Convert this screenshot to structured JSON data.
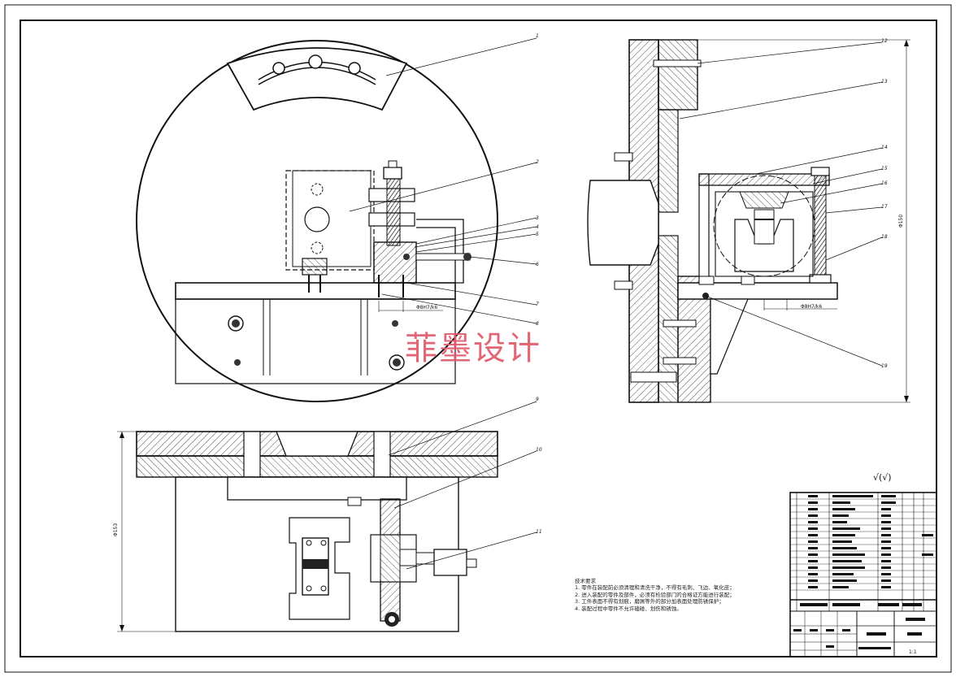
{
  "watermark": "菲墨设计",
  "technical_notes": {
    "title": "技术要求",
    "lines": [
      "1. 零件在装配前必须清理和清洗干净，不得有毛刺、飞边、氧化皮；",
      "2. 进入装配的零件及部件，必须有检验部门的合格证方能进行装配；",
      "3. 工件表面不得有划痕，磨屑等外的部分加表面处理防锈保护；",
      "4. 装配过程中零件不允许磕碰、划伤和锈蚀。"
    ]
  },
  "surface_roughness": "√(√)",
  "dimensions": {
    "left_height": "Φ153",
    "right_height": "Φ150",
    "fit_left": "Φ8H7/k6",
    "fit_right": "Φ8H7/k6"
  },
  "balloons": {
    "left": [
      "1",
      "2",
      "3",
      "4",
      "5",
      "6",
      "7",
      "8",
      "9",
      "10",
      "11"
    ],
    "right": [
      "12",
      "13",
      "14",
      "15",
      "16",
      "17",
      "18",
      "19"
    ]
  },
  "title_block": {
    "sheet": "1:1"
  }
}
